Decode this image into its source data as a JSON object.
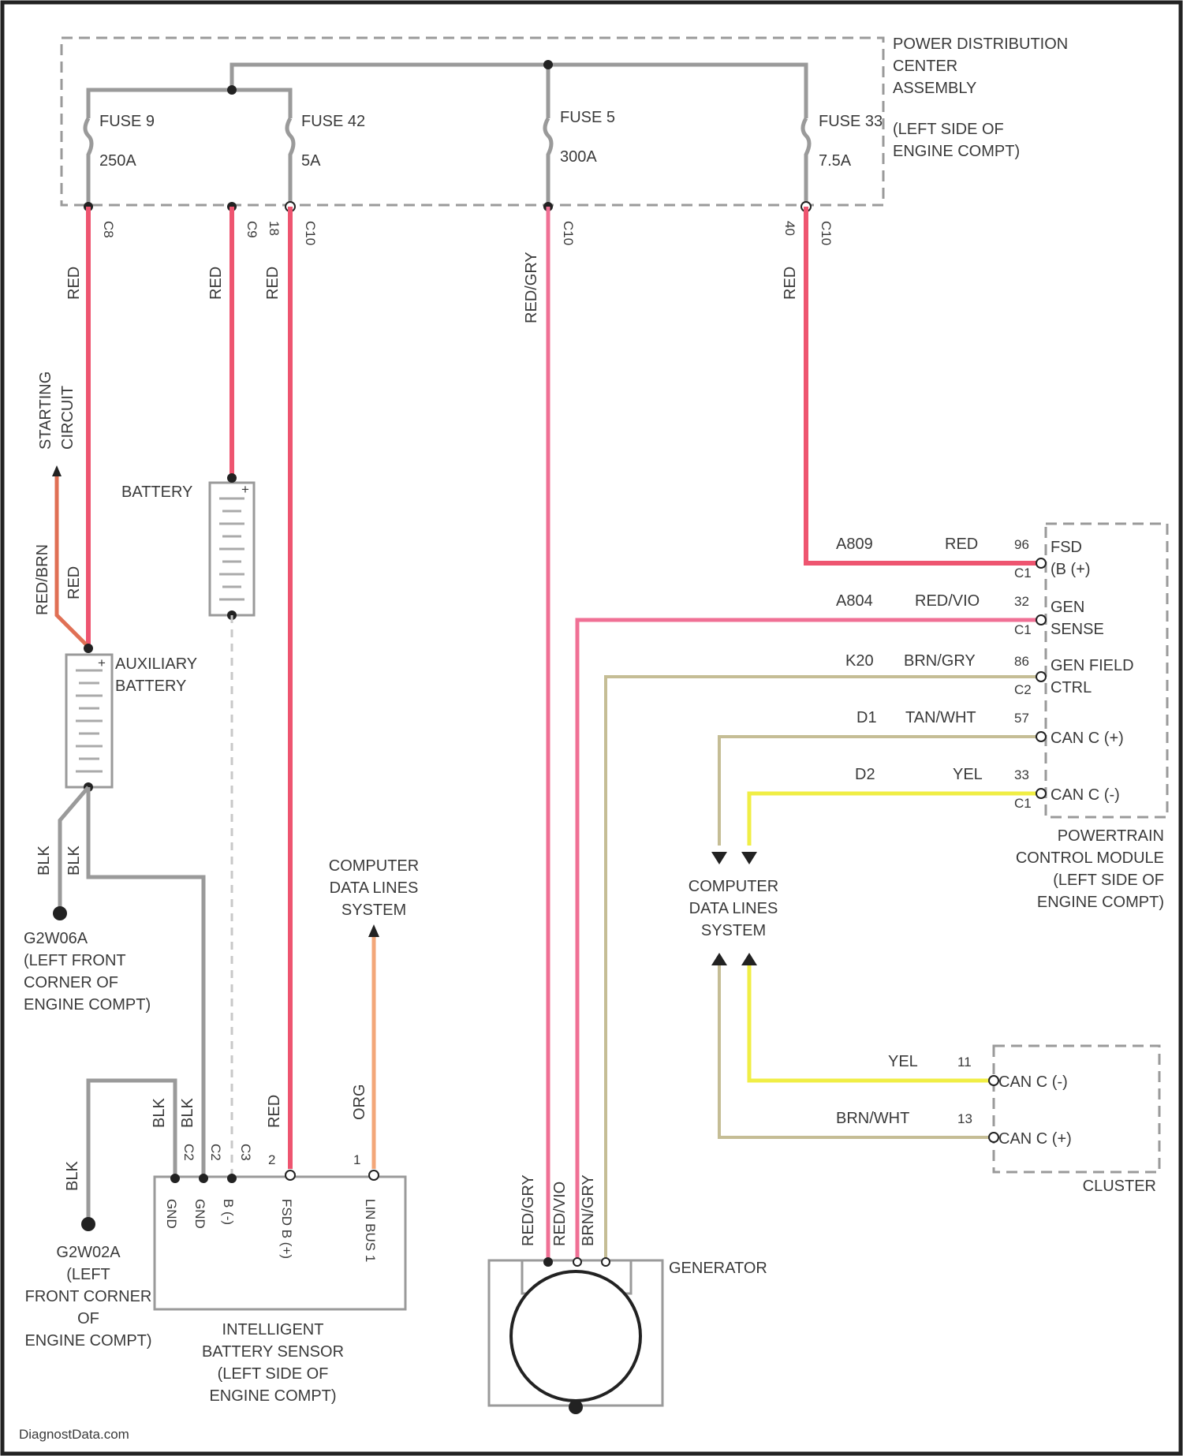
{
  "pdc": {
    "title_lines": [
      "POWER DISTRIBUTION",
      "CENTER",
      "ASSEMBLY"
    ],
    "location_lines": [
      "(LEFT SIDE OF",
      "ENGINE COMPT)"
    ],
    "fuses": [
      {
        "name": "FUSE 9",
        "rating": "250A"
      },
      {
        "name": "FUSE 42",
        "rating": "5A"
      },
      {
        "name": "FUSE 5",
        "rating": "300A"
      },
      {
        "name": "FUSE 33",
        "rating": "7.5A"
      }
    ],
    "connector_labels": [
      "C8",
      "C9",
      "C10",
      "C10",
      "C10"
    ],
    "pin_labels": [
      "18",
      "40"
    ]
  },
  "wires": {
    "fuse9": "RED",
    "fuse9_b": "RED",
    "fuse42": "RED",
    "fuse5": "RED/GRY",
    "fuse33": "RED",
    "starting": "RED/BRN",
    "ground_a": "BLK",
    "ground_b": "BLK",
    "ground_c": "BLK",
    "ibs_gnd": "BLK",
    "ibs_gnd2": "BLK",
    "ibs_red": "RED",
    "ibs_org": "ORG",
    "gen_1": "RED/GRY",
    "gen_2": "RED/VIO",
    "gen_3": "BRN/GRY"
  },
  "starting_circuit": [
    "STARTING",
    "CIRCUIT"
  ],
  "battery": {
    "label": "BATTERY",
    "plus": "+"
  },
  "aux_battery": {
    "label_lines": [
      "AUXILIARY",
      "BATTERY"
    ],
    "plus": "+"
  },
  "ground_1": {
    "id": "G2W06A",
    "lines": [
      "(LEFT FRONT",
      "CORNER OF",
      "ENGINE COMPT)"
    ]
  },
  "ground_2": {
    "id": "G2W02A",
    "lines": [
      "(LEFT",
      "FRONT CORNER",
      "OF",
      "ENGINE COMPT)"
    ]
  },
  "cdl_1": [
    "COMPUTER",
    "DATA LINES",
    "SYSTEM"
  ],
  "cdl_2": [
    "COMPUTER",
    "DATA LINES",
    "SYSTEM"
  ],
  "ibs": {
    "title_lines": [
      "INTELLIGENT",
      "BATTERY SENSOR",
      "(LEFT SIDE OF",
      "ENGINE COMPT)"
    ],
    "pins": [
      "GND",
      "GND",
      "B (-)",
      "FSD B (+)",
      "LIN BUS 1"
    ],
    "conn": [
      "C2",
      "C2",
      "C3"
    ],
    "pin_nums": [
      "2",
      "1"
    ]
  },
  "generator": {
    "label": "GENERATOR"
  },
  "pcm": {
    "title_lines": [
      "POWERTRAIN",
      "CONTROL MODULE",
      "(LEFT SIDE OF",
      "ENGINE COMPT)"
    ],
    "rows": [
      {
        "circuit": "A809",
        "color": "RED",
        "pin": "96",
        "conn": "C1",
        "function": "FSD",
        "function2": "(B (+)"
      },
      {
        "circuit": "A804",
        "color": "RED/VIO",
        "pin": "32",
        "conn": "C1",
        "function": "GEN",
        "function2": "SENSE"
      },
      {
        "circuit": "K20",
        "color": "BRN/GRY",
        "pin": "86",
        "conn": "C2",
        "function": "GEN FIELD",
        "function2": "CTRL"
      },
      {
        "circuit": "D1",
        "color": "TAN/WHT",
        "pin": "57",
        "conn": "",
        "function": "CAN C (+)",
        "function2": ""
      },
      {
        "circuit": "D2",
        "color": "YEL",
        "pin": "33",
        "conn": "C1",
        "function": "CAN C (-)",
        "function2": ""
      }
    ]
  },
  "cluster": {
    "label": "CLUSTER",
    "rows": [
      {
        "color": "YEL",
        "pin": "11",
        "function": "CAN C (-)"
      },
      {
        "color": "BRN/WHT",
        "pin": "13",
        "function": "CAN C (+)"
      }
    ]
  },
  "watermark": "DiagnostData.com"
}
